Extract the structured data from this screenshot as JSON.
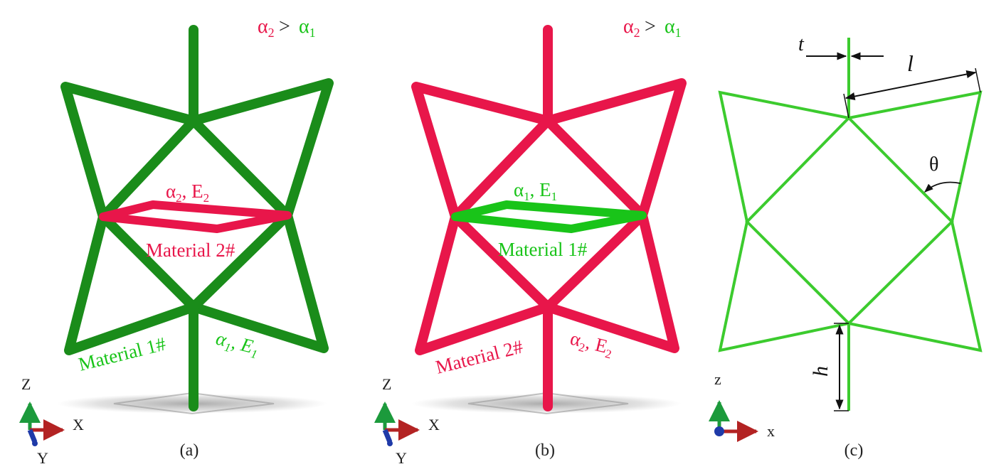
{
  "colors": {
    "green": "#1a8c1a",
    "green_light": "#19c419",
    "green_line": "#3ccb2e",
    "red": "#e8164a",
    "axis_red": "#b32323",
    "axis_green": "#1c9a3c",
    "axis_blue": "#1f3aa8",
    "shadow": "#9a9a9a"
  },
  "panels": [
    {
      "caption": "(a)",
      "inequality": {
        "a2": "α",
        "s2": "2",
        "op": " >",
        "a1": "α",
        "s1": "1"
      },
      "inner_label": {
        "alpha": "α",
        "alpha_sub": "2",
        "sep": ", E",
        "e_sub": "2"
      },
      "inner_material": "Material 2#",
      "outer_material": "Material 1#",
      "outer_label": {
        "alpha": "α",
        "alpha_sub": "1",
        "sep": ", E",
        "e_sub": "1"
      },
      "axes": {
        "z": "Z",
        "x": "X",
        "y": "Y"
      }
    },
    {
      "caption": "(b)",
      "inequality": {
        "a2": "α",
        "s2": "2",
        "op": " >",
        "a1": "α",
        "s1": "1"
      },
      "inner_label": {
        "alpha": "α",
        "alpha_sub": "1",
        "sep": ", E",
        "e_sub": "1"
      },
      "inner_material": "Material 1#",
      "outer_material": "Material 2#",
      "outer_label": {
        "alpha": "α",
        "alpha_sub": "2",
        "sep": ", E",
        "e_sub": "2"
      },
      "axes": {
        "z": "Z",
        "x": "X",
        "y": "Y"
      }
    },
    {
      "caption": "(c)",
      "dims": {
        "t": "t",
        "l": "l",
        "theta": "θ",
        "h": "h"
      },
      "axes": {
        "z": "z",
        "x": "x"
      }
    }
  ]
}
